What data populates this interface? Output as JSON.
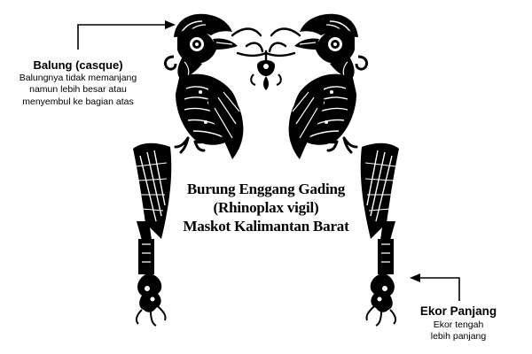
{
  "title": {
    "lines": [
      "Burung Enggang Gading",
      "(Rhinoplax vigil)",
      "Maskot Kalimantan Barat"
    ]
  },
  "annotations": {
    "casque": {
      "title": "Balung (casque)",
      "lines": [
        "Balungnya tidak memanjang",
        "namun lebih besar atau",
        "menyembul ke bagian atas"
      ]
    },
    "tail": {
      "title": "Ekor Panjang",
      "lines": [
        "Ekor tengah",
        "lebih panjang"
      ]
    }
  },
  "colors": {
    "ink": "#000000",
    "paper": "#ffffff"
  },
  "illustration": {
    "subject": "twin-hornbill-ornament",
    "icon": "hornbill-icon"
  }
}
